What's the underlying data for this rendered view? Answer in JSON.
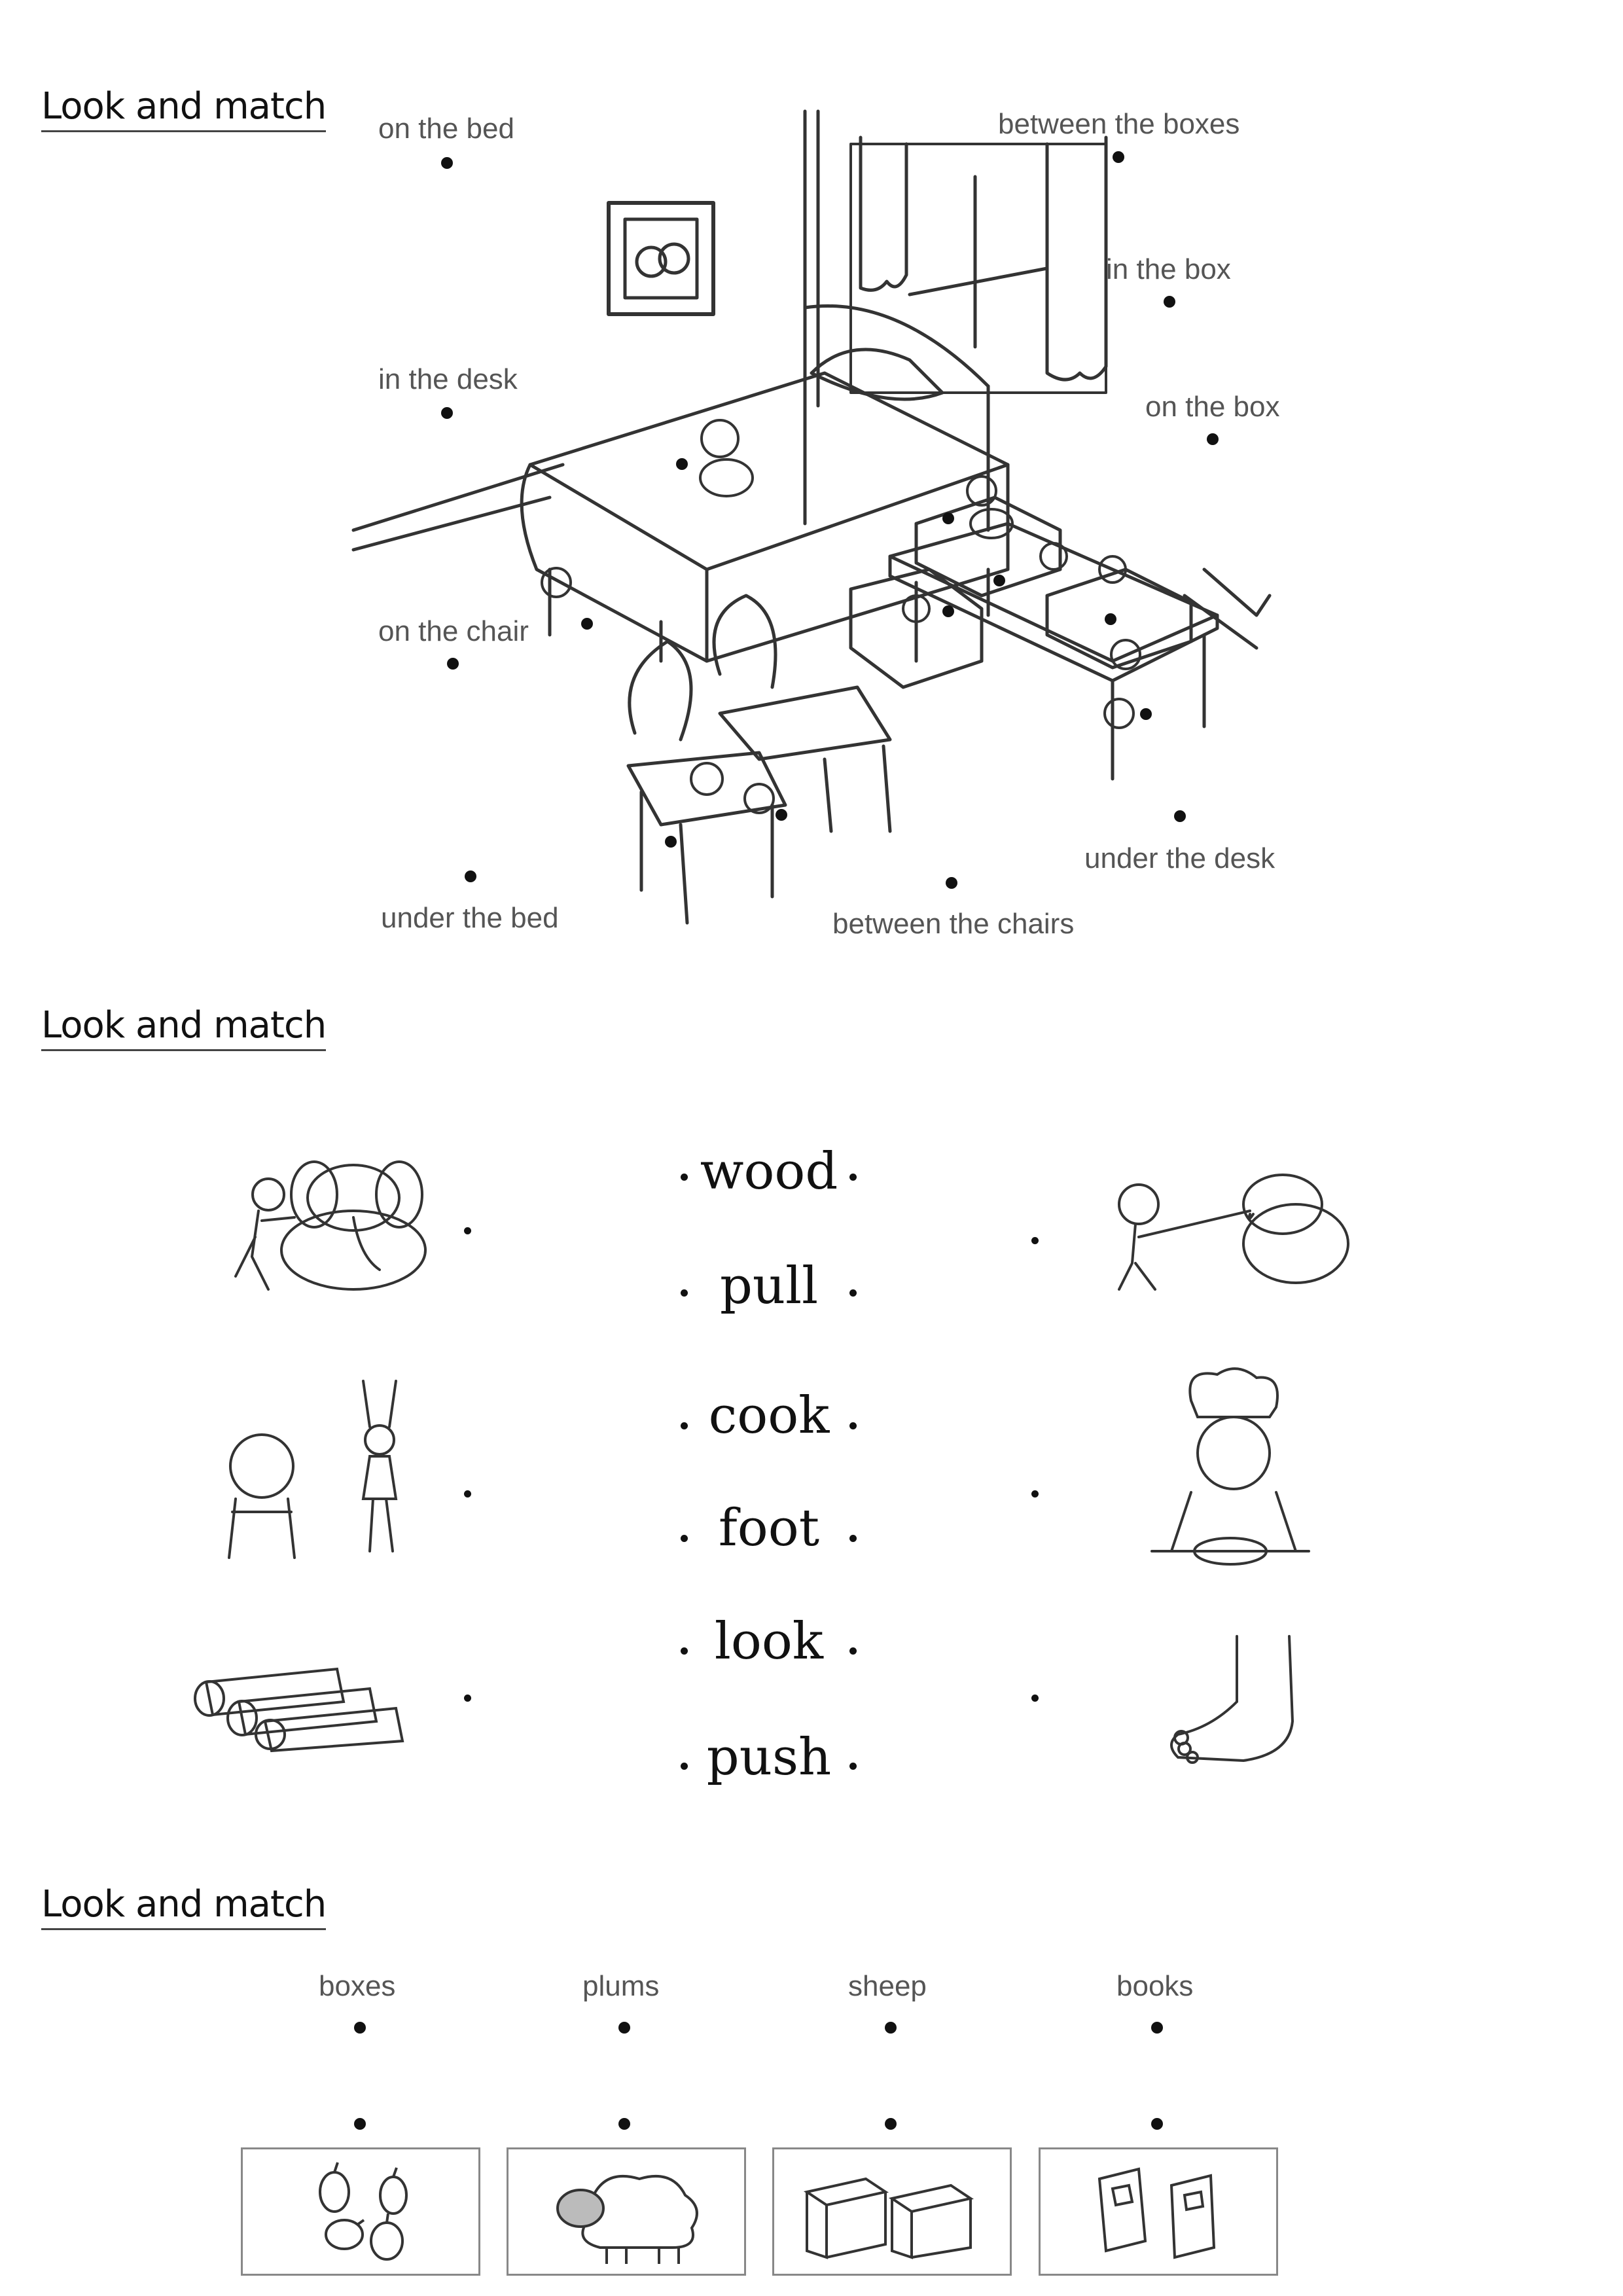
{
  "section1": {
    "heading": "Look and match",
    "labels": {
      "on_the_bed": "on the bed",
      "in_the_desk": "in the desk",
      "on_the_chair": "on the chair",
      "under_the_bed": "under the bed",
      "between_the_chairs": "between the chairs",
      "under_the_desk": "under the desk",
      "on_the_box": "on the box",
      "in_the_box": "in the box",
      "between_the_boxes": "between the boxes"
    },
    "picture_icon": "bedroom-scene-illustration"
  },
  "section2": {
    "heading": "Look and match",
    "words": [
      "wood",
      "pull",
      "cook",
      "foot",
      "look",
      "push"
    ],
    "left_pictures": [
      "boy-pushing-elephant-icon",
      "boy-looking-at-dancer-icon",
      "logs-icon"
    ],
    "right_pictures": [
      "boy-pulling-elephant-icon",
      "chef-cooking-icon",
      "foot-icon"
    ]
  },
  "section3": {
    "heading": "Look and match",
    "words": [
      "boxes",
      "plums",
      "sheep",
      "books"
    ],
    "cards": [
      "plums-icon",
      "sheep-icon",
      "boxes-icon",
      "books-icon"
    ]
  }
}
